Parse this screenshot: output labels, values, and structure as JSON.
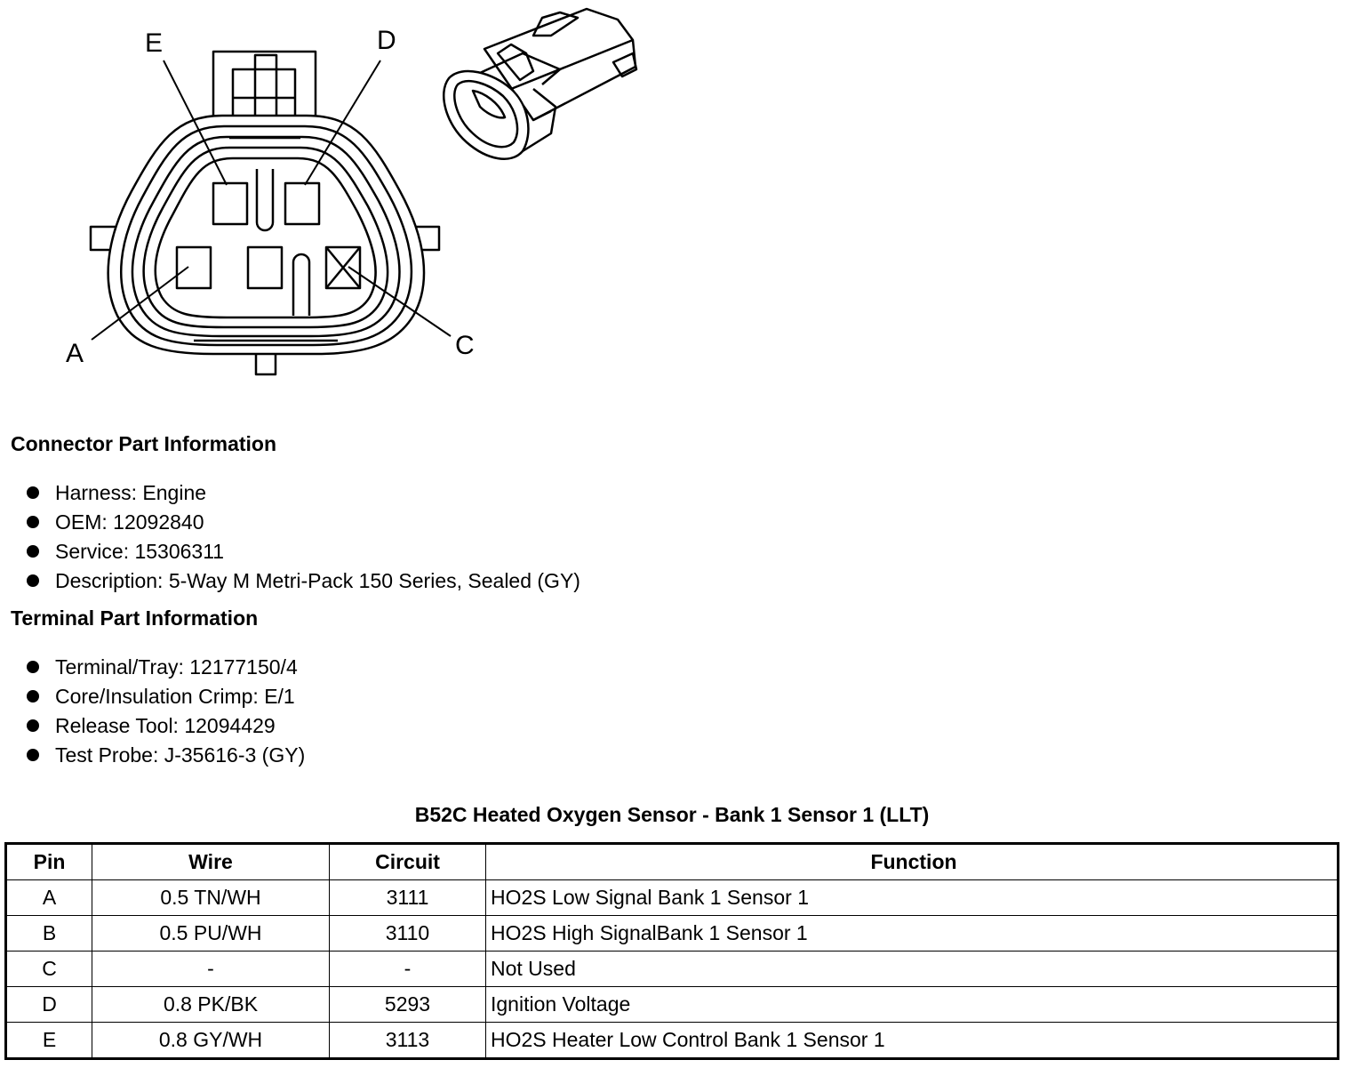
{
  "diagram": {
    "pin_labels": {
      "A": "A",
      "C": "C",
      "D": "D",
      "E": "E"
    }
  },
  "connector_info": {
    "heading": "Connector Part Information",
    "items": [
      "Harness: Engine",
      "OEM: 12092840",
      "Service: 15306311",
      "Description: 5-Way M Metri-Pack 150 Series, Sealed (GY)"
    ]
  },
  "terminal_info": {
    "heading": "Terminal Part Information",
    "items": [
      "Terminal/Tray: 12177150/4",
      "Core/Insulation Crimp: E/1",
      "Release Tool: 12094429",
      "Test Probe: J-35616-3 (GY)"
    ]
  },
  "table": {
    "title": "B52C Heated Oxygen Sensor - Bank 1 Sensor 1 (LLT)",
    "headers": [
      "Pin",
      "Wire",
      "Circuit",
      "Function"
    ],
    "rows": [
      [
        "A",
        "0.5 TN/WH",
        "3111",
        "HO2S Low Signal Bank 1 Sensor 1"
      ],
      [
        "B",
        "0.5 PU/WH",
        "3110",
        "HO2S High SignalBank 1 Sensor 1"
      ],
      [
        "C",
        "-",
        "-",
        "Not Used"
      ],
      [
        "D",
        "0.8 PK/BK",
        "5293",
        "Ignition Voltage"
      ],
      [
        "E",
        "0.8 GY/WH",
        "3113",
        "HO2S Heater Low Control Bank 1 Sensor 1"
      ]
    ]
  }
}
